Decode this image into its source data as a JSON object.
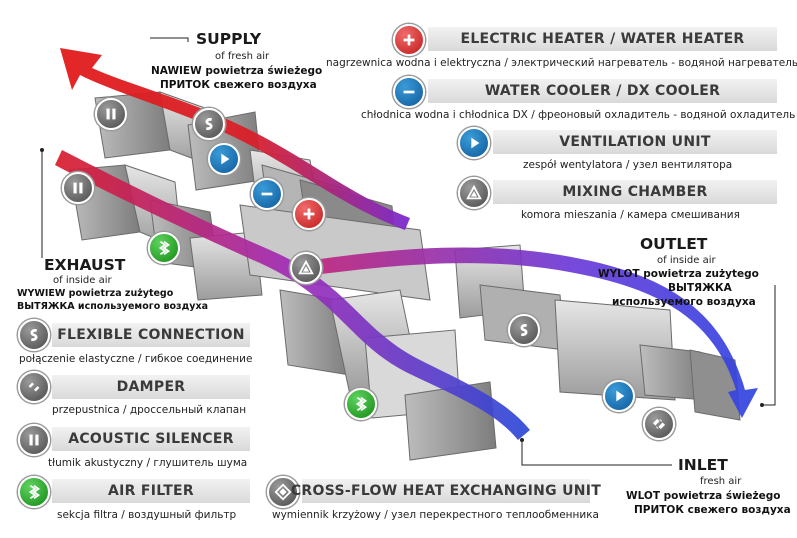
{
  "legend_right": [
    {
      "title": "ELECTRIC HEATER / WATER HEATER",
      "desc": "nagrzewnica wodna i elektryczna / электрический нагреватель - водяной нагреватель",
      "icon": "plus-icon",
      "color": "#c62828"
    },
    {
      "title": "WATER COOLER / DX COOLER",
      "desc": "chłodnica wodna i chłodnica DX / фреоновый охладитель - водяной охладитель",
      "icon": "minus-icon",
      "color": "#1565a8"
    },
    {
      "title": "VENTILATION UNIT",
      "desc": "zespół wentylatora / узел вентилятора",
      "icon": "play-icon",
      "color": "#1565a8"
    },
    {
      "title": "MIXING CHAMBER",
      "desc": "komora mieszania / камера смешивания",
      "icon": "triangle-icon",
      "color": "#555555"
    }
  ],
  "legend_left": [
    {
      "title": "FLEXIBLE CONNECTION",
      "desc": "połączenie elastyczne / гибкое соединение",
      "icon": "flexible-icon",
      "color": "#555555"
    },
    {
      "title": "DAMPER",
      "desc": "przepustnica / дроссельный клапан",
      "icon": "damper-icon",
      "color": "#555555"
    },
    {
      "title": "ACOUSTIC SILENCER",
      "desc": "tłumik akustyczny / глушитель шума",
      "icon": "silencer-icon",
      "color": "#555555"
    },
    {
      "title": "AIR FILTER",
      "desc": "sekcja filtra / воздушный фильтр",
      "icon": "filter-icon",
      "color": "#1a9a1a"
    }
  ],
  "legend_bottom": {
    "title": "CROSS-FLOW HEAT EXCHANGING UNIT",
    "desc": "wymiennik krzyżowy / узел перекрестного теплообменника",
    "icon": "crossflow-icon"
  },
  "supply": {
    "title": "SUPPLY",
    "line1": "of fresh air",
    "line2": "NAWIEW powietrza świeżego",
    "line3": "ПРИТОК свежего воздуха"
  },
  "exhaust": {
    "title": "EXHAUST",
    "line1": "of inside air",
    "line2": "WYWIEW powietrza zużytego",
    "line3": "ВЫТЯЖКА используемого воздуха"
  },
  "outlet": {
    "title": "OUTLET",
    "line1": "of inside air",
    "line2": "WYLOT powietrza zużytego",
    "line3": "ВЫТЯЖКА",
    "line4": "используемого воздуха"
  },
  "inlet": {
    "title": "INLET",
    "line1": "fresh air",
    "line2": "WLOT powietrza świeżego",
    "line3": "ПРИТОК свежего воздуха"
  }
}
